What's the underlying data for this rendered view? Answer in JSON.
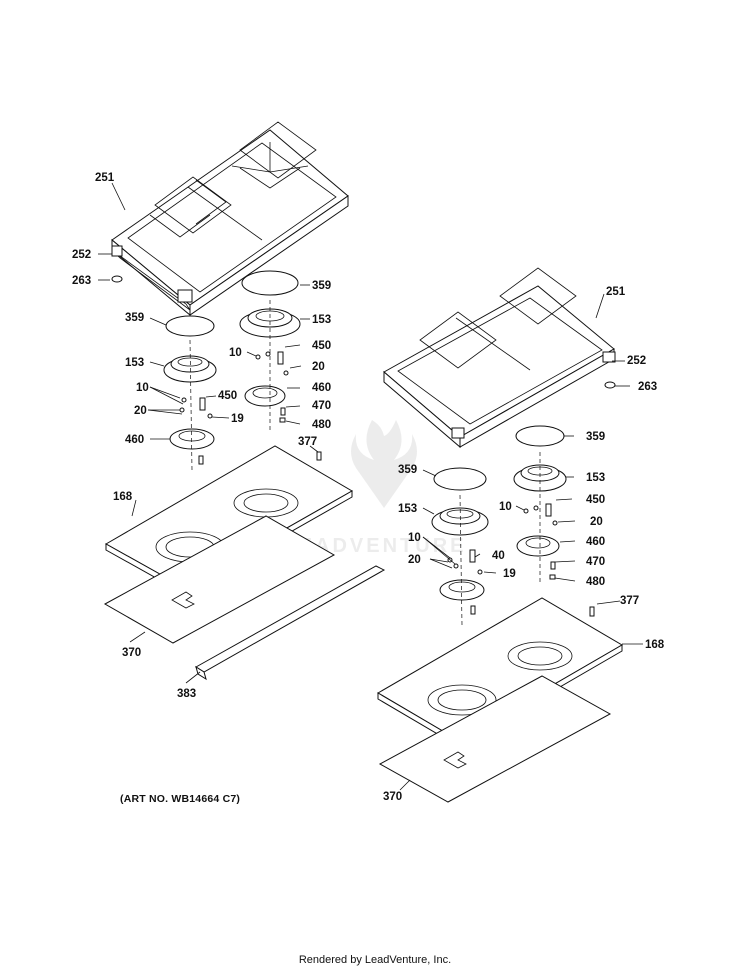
{
  "callouts": {
    "l251": "251",
    "l252": "252",
    "l263": "263",
    "l359": "359",
    "l153": "153",
    "l359b": "359",
    "l153b": "153",
    "l10": "10",
    "l450": "450",
    "l20": "20",
    "l460": "460",
    "l470": "470",
    "l480": "480",
    "l10b": "10",
    "l20b": "20",
    "l450b": "450",
    "l19": "19",
    "l460b": "460",
    "l377": "377",
    "l168": "168",
    "l370": "370",
    "l383": "383",
    "r251": "251",
    "r252": "252",
    "r263": "263",
    "r359": "359",
    "r153": "153",
    "r359b": "359",
    "r153b": "153",
    "r10": "10",
    "r450": "450",
    "r20": "20",
    "r460": "460",
    "r470": "470",
    "r480": "480",
    "r10b": "10",
    "r40": "40",
    "r20b": "20",
    "r19": "19",
    "r377": "377",
    "r168": "168",
    "r370": "370"
  },
  "art_number": "(ART NO. WB14664 C7)",
  "footer": "Rendered by LeadVenture, Inc.",
  "watermark": "LEADVENTURE"
}
